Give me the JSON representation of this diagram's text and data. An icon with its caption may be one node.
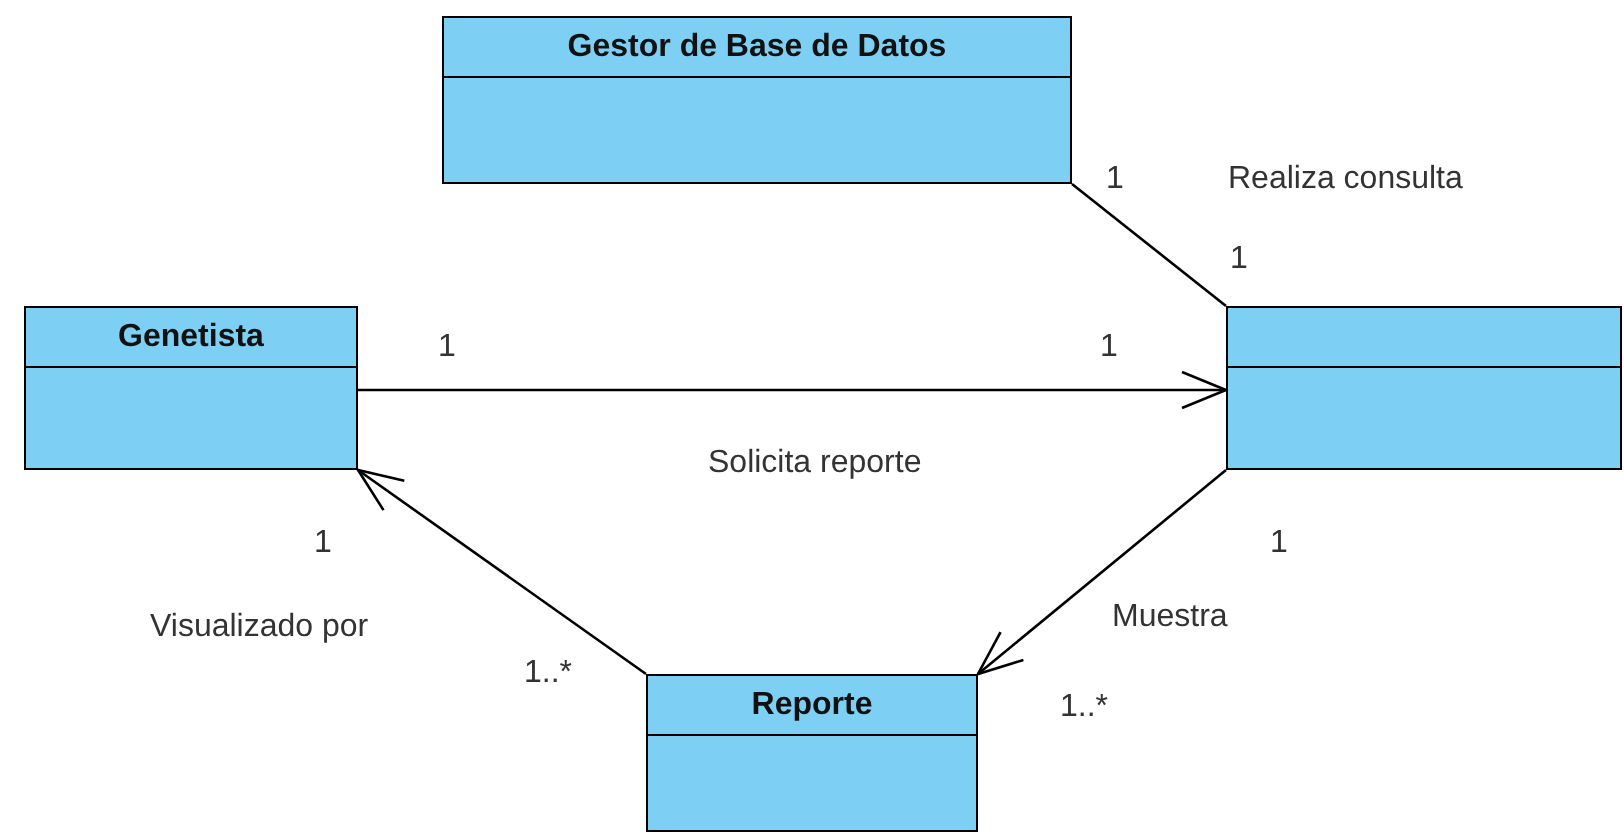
{
  "diagram": {
    "nodes": [
      {
        "text": [
          "Gestor de Base de Datos"
        ]
      },
      {
        "text": [
          "Genetista"
        ]
      },
      {
        "text": [],
        "shape": "box"
      },
      {
        "text": [
          "Reporte"
        ]
      }
    ],
    "edges": [
      {
        "from": 0,
        "to": 2,
        "arrow": "none",
        "label": "Realiza consulta"
      },
      {
        "from": 1,
        "to": 2,
        "arrow": "to",
        "label": "Solicita reporte"
      },
      {
        "from": 2,
        "to": 3,
        "arrow": "to",
        "label": "Muestra"
      },
      {
        "from": 3,
        "to": 1,
        "arrow": "to",
        "label": "Visualizado por"
      }
    ],
    "labels": [
      "1",
      "1",
      "1",
      "1",
      "1",
      "1",
      "1..*",
      "1..*"
    ]
  }
}
